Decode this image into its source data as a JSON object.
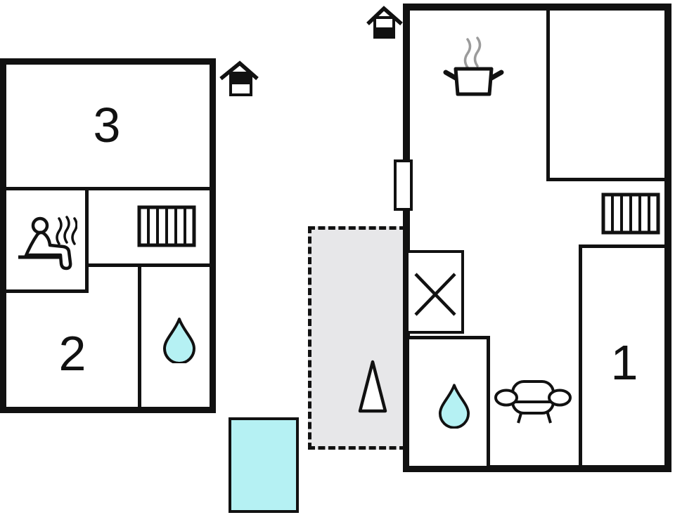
{
  "floorplan": {
    "colors": {
      "wall": "#111111",
      "water": "#b5f1f3",
      "terrace": "#e7e7e9",
      "steam": "#9b9b9b",
      "background": "#ffffff"
    },
    "rooms": {
      "room1": {
        "label": "1",
        "floor": "ground"
      },
      "room2": {
        "label": "2",
        "floor": "upper"
      },
      "room3": {
        "label": "3",
        "floor": "upper"
      }
    },
    "icons": [
      "house-upper-floor-icon",
      "house-ground-floor-icon",
      "sauna-person-icon",
      "radiator-icon",
      "water-drop-icon",
      "cooking-pot-icon",
      "shower-cross-icon",
      "sofa-icon",
      "tree-icon",
      "pool",
      "terrace",
      "door"
    ]
  }
}
